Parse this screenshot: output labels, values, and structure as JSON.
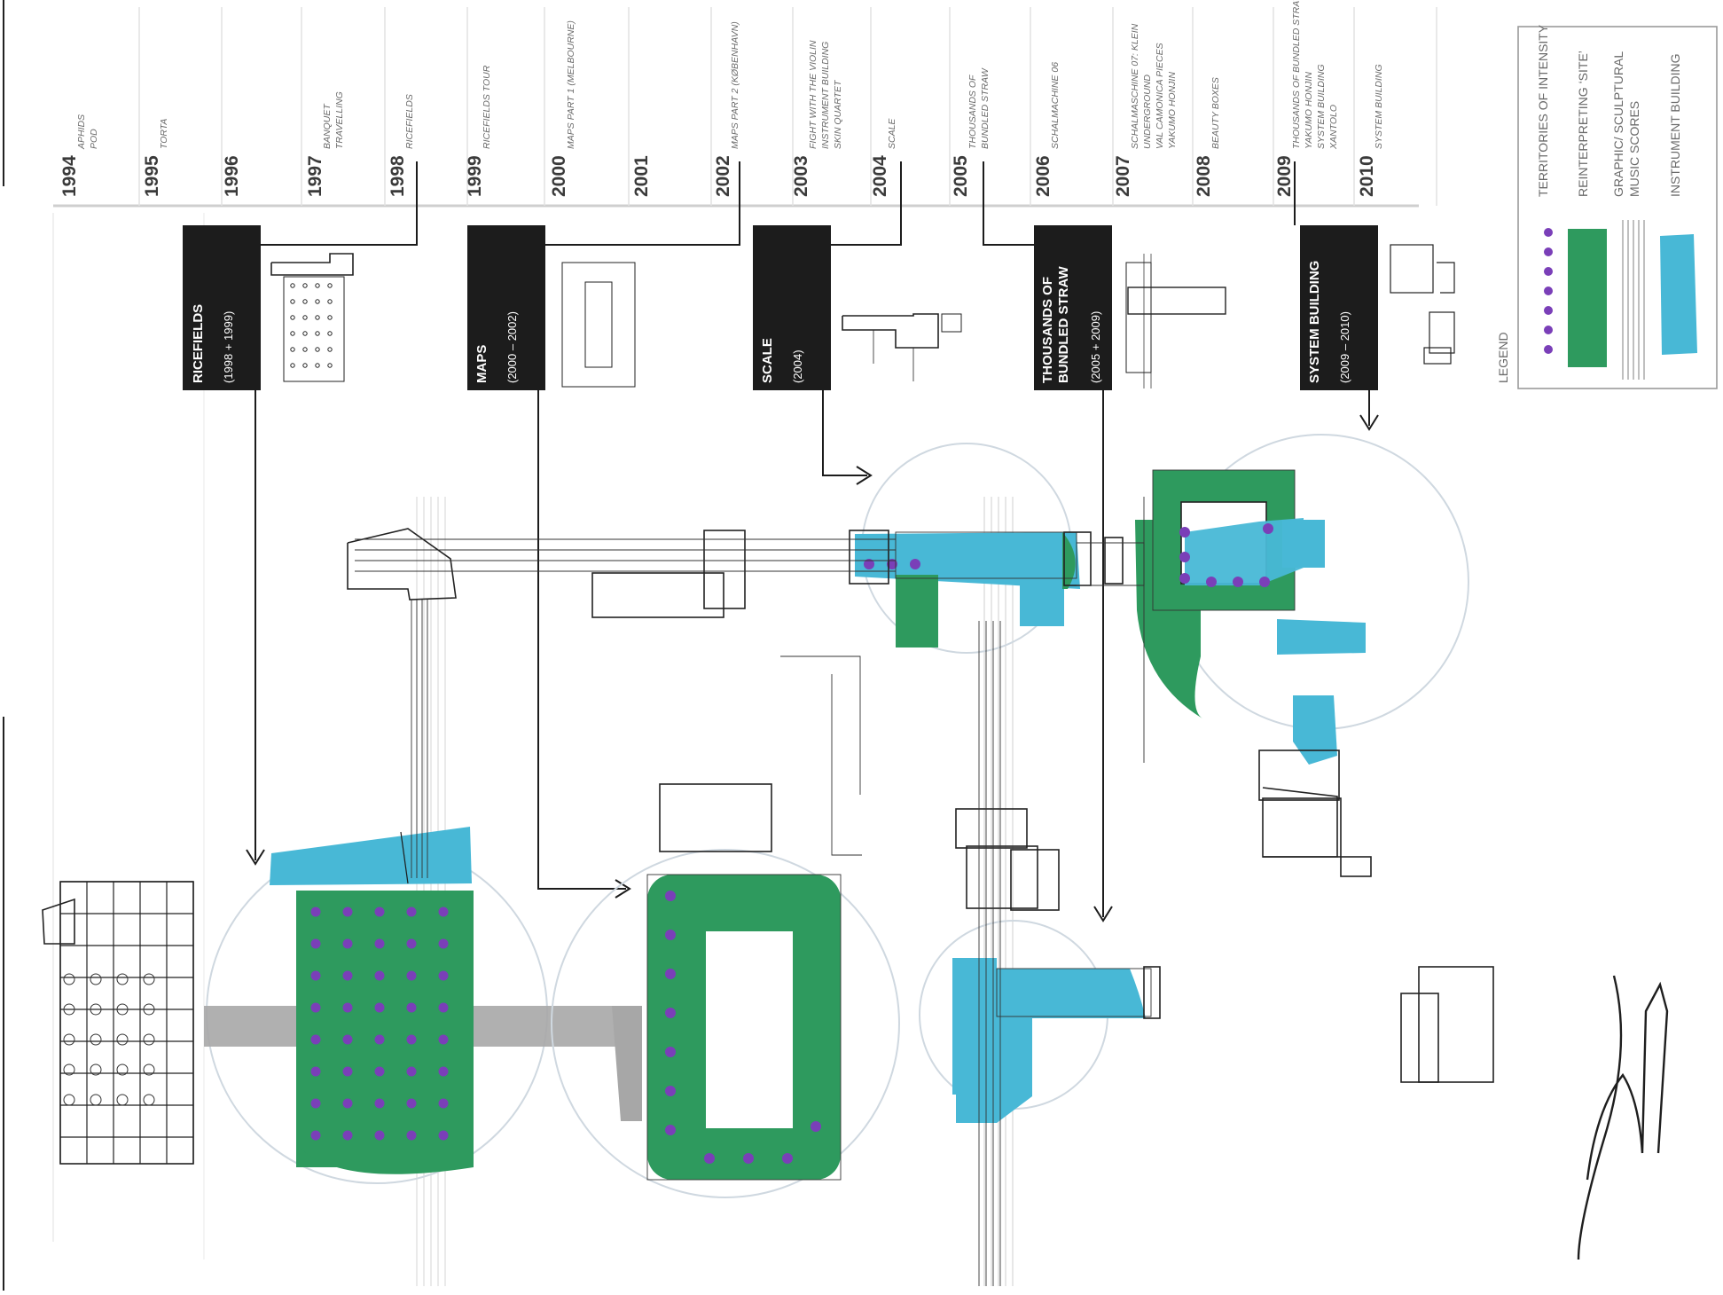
{
  "colors": {
    "green": "#2e9a5e",
    "blue": "#48b8d6",
    "purple": "#7a3fb8",
    "ink": "#1e1e1e",
    "label_bg": "#1c1c1c"
  },
  "timeline": [
    {
      "year": "1994",
      "projects": [
        "APHIDS",
        "POD"
      ]
    },
    {
      "year": "1995",
      "projects": [
        "TORTA"
      ]
    },
    {
      "year": "1996",
      "projects": []
    },
    {
      "year": "1997",
      "projects": [
        "BANQUET",
        "TRAVELLING"
      ]
    },
    {
      "year": "1998",
      "projects": [
        "RICEFIELDS"
      ]
    },
    {
      "year": "1999",
      "projects": [
        "RICEFIELDS TOUR"
      ]
    },
    {
      "year": "2000",
      "projects": [
        "MAPS PART 1 (MELBOURNE)"
      ]
    },
    {
      "year": "2001",
      "projects": []
    },
    {
      "year": "2002",
      "projects": [
        "MAPS PART 2 (KØBENHAVN)"
      ]
    },
    {
      "year": "2003",
      "projects": [
        "FIGHT WITH THE VIOLIN",
        "INSTRUMENT BUILDING",
        "SKIN QUARTET"
      ]
    },
    {
      "year": "2004",
      "projects": [
        "SCALE"
      ]
    },
    {
      "year": "2005",
      "projects": [
        "THOUSANDS OF",
        "BUNDLED STRAW"
      ]
    },
    {
      "year": "2006",
      "projects": [
        "SCHALMACHINE 06"
      ]
    },
    {
      "year": "2007",
      "projects": [
        "SCHALMASCHINE 07: KLEIN",
        "UNDERGROUND",
        "VAL CAMONICA PIECES",
        "YAKUMO HONJIN"
      ]
    },
    {
      "year": "2008",
      "projects": [
        "BEAUTY BOXES"
      ]
    },
    {
      "year": "2009",
      "projects": [
        "THOUSANDS OF BUNDLED STRAW",
        "YAKUMO HONJIN",
        "SYSTEM BUILDING",
        "XANTOLO"
      ]
    },
    {
      "year": "2010",
      "projects": [
        "SYSTEM BUILDING"
      ]
    }
  ],
  "phases": [
    {
      "title": "RICEFIELDS",
      "years": "(1998 + 1999)"
    },
    {
      "title": "MAPS",
      "years": "(2000 – 2002)"
    },
    {
      "title": "SCALE",
      "years": "(2004)"
    },
    {
      "title": "THOUSANDS OF",
      "title2": "BUNDLED STRAW",
      "years": "(2005 + 2009)"
    },
    {
      "title": "SYSTEM BUILDING",
      "years": "(2009 – 2010)"
    }
  ],
  "legend": {
    "label": "LEGEND",
    "items": [
      {
        "lines": [
          "TERRITORIES OF INTENSITY"
        ],
        "swatch": "purple-dots"
      },
      {
        "lines": [
          "REINTERPRETING ‘SITE’"
        ],
        "swatch": "green-block"
      },
      {
        "lines": [
          "GRAPHIC/ SCULPTURAL",
          "MUSIC SCORES"
        ],
        "swatch": "grey-lines"
      },
      {
        "lines": [
          "INSTRUMENT BUILDING"
        ],
        "swatch": "blue-block"
      }
    ]
  }
}
